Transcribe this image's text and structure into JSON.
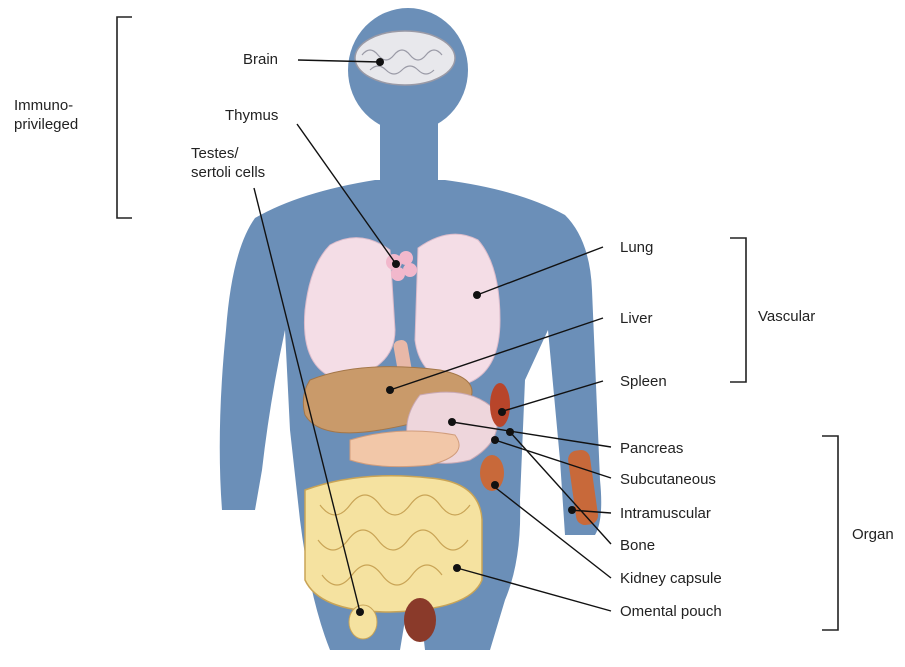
{
  "labels": {
    "brain": "Brain",
    "thymus": "Thymus",
    "testes_line1": "Testes/",
    "testes_line2": "sertoli cells",
    "lung": "Lung",
    "liver": "Liver",
    "spleen": "Spleen",
    "pancreas": "Pancreas",
    "subcutaneous": "Subcutaneous",
    "intramuscular": "Intramuscular",
    "bone": "Bone",
    "kidney_capsule": "Kidney capsule",
    "omental_pouch": "Omental pouch"
  },
  "groups": {
    "immuno_line1": "Immuno-",
    "immuno_line2": "privileged",
    "vascular": "Vascular",
    "organ": "Organ"
  },
  "colors": {
    "body": "#6b8fb8",
    "lung": "#f4dde6",
    "liver": "#c99a6a",
    "intestine": "#f5e2a0",
    "spleen": "#b8452a",
    "muscle": "#c8693a",
    "brain": "#e8e8ec"
  }
}
